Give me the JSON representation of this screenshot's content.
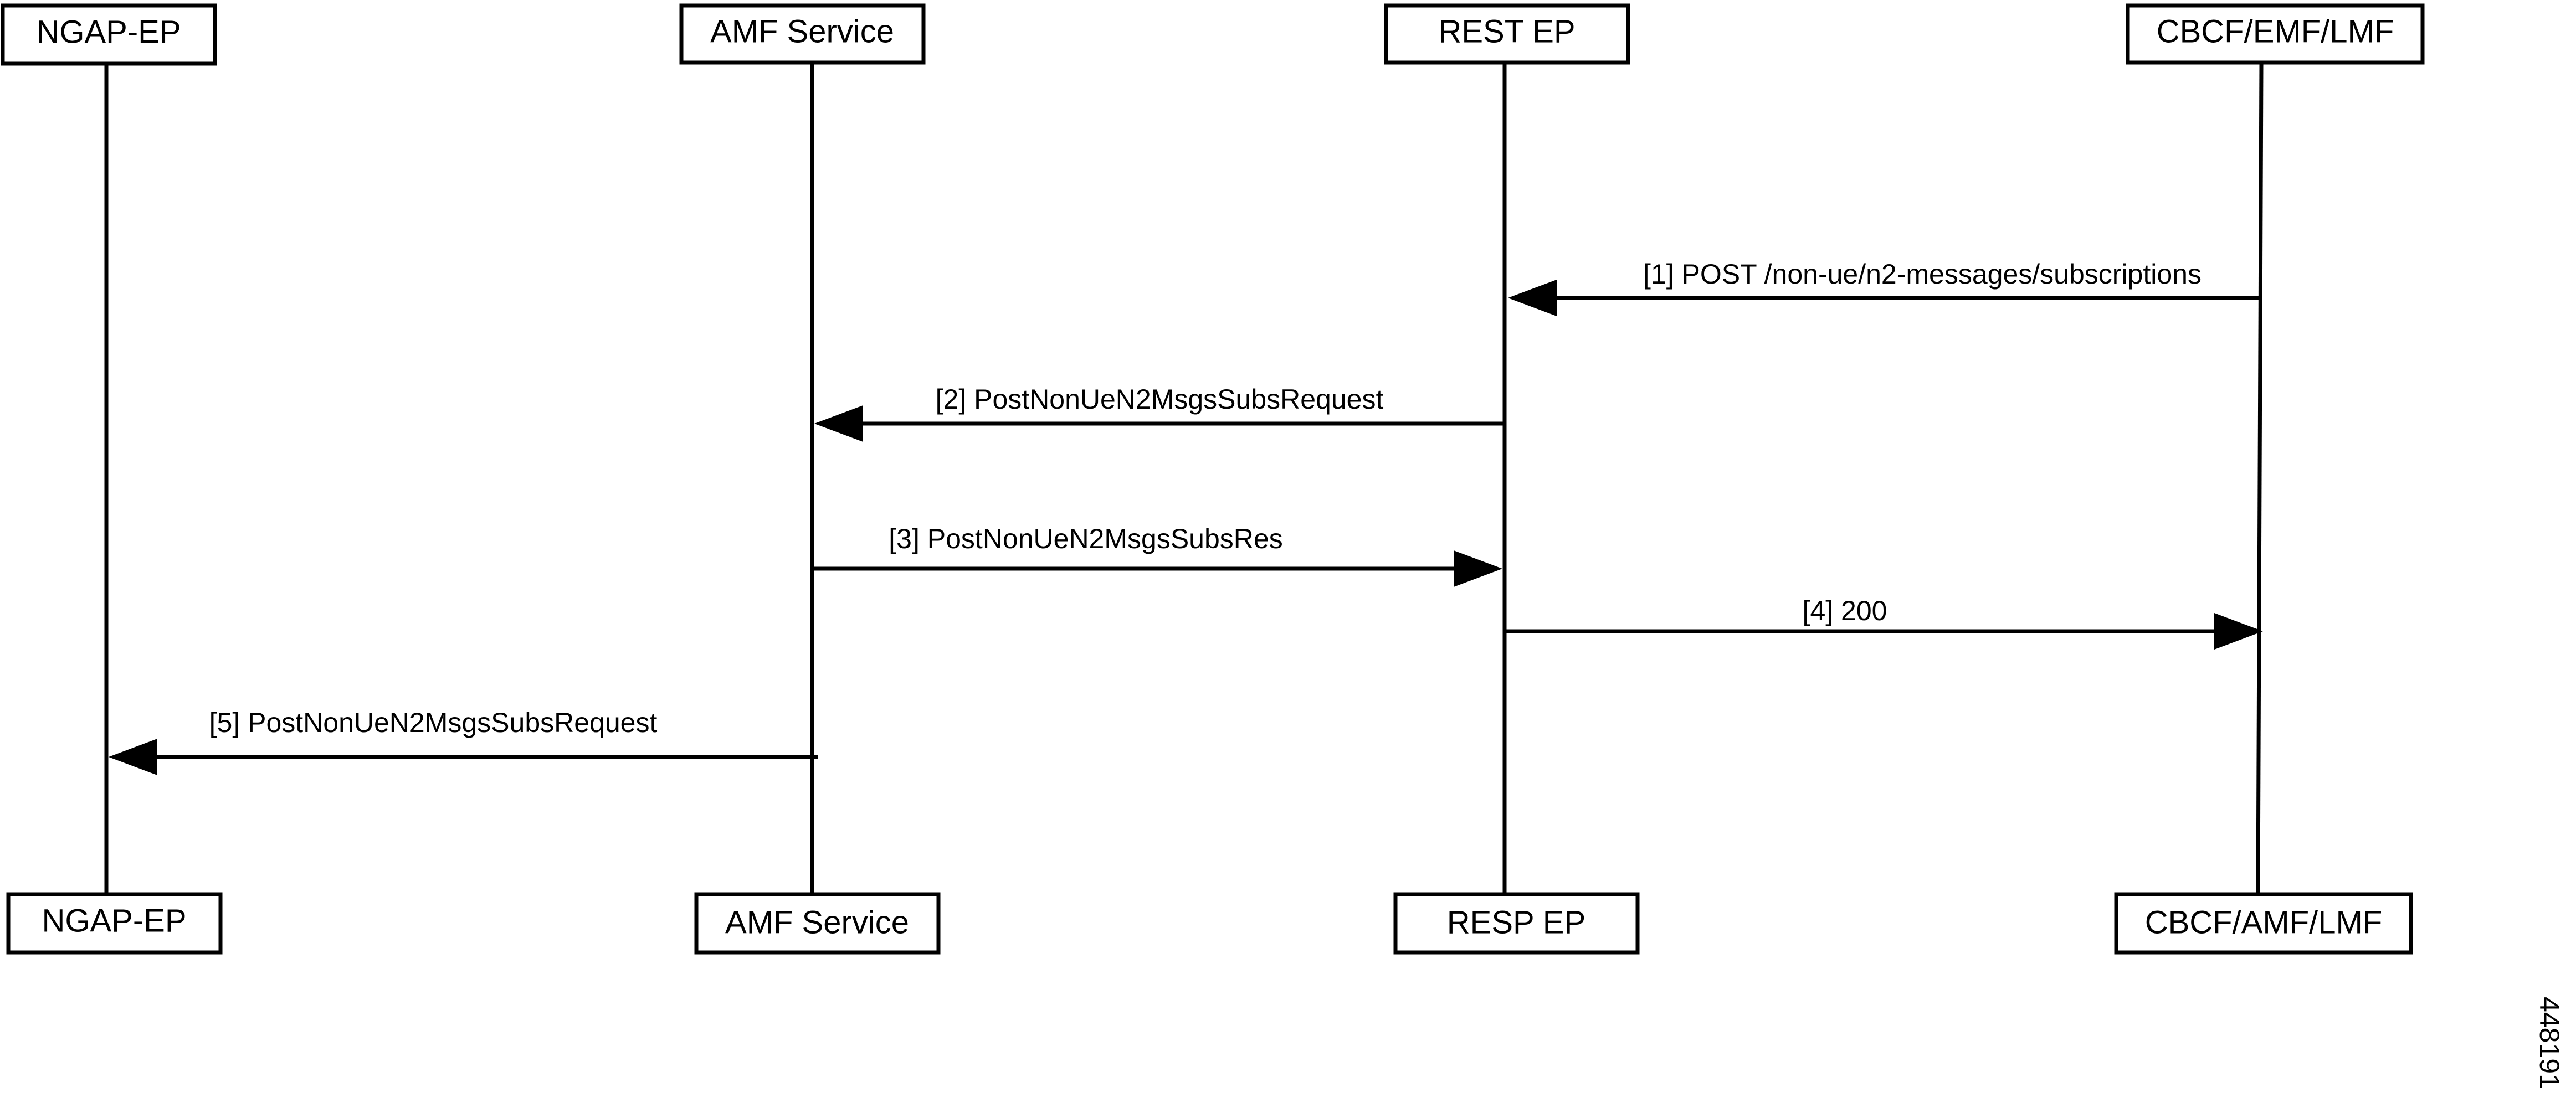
{
  "participants": {
    "ngap": {
      "top": "NGAP-EP",
      "bottom": "NGAP-EP"
    },
    "amf": {
      "top": "AMF Service",
      "bottom": "AMF Service"
    },
    "rest": {
      "top": "REST EP",
      "bottom": "RESP EP"
    },
    "cbcf": {
      "top": "CBCF/EMF/LMF",
      "bottom": "CBCF/AMF/LMF"
    }
  },
  "messages": [
    {
      "label": "[1] POST /non-ue/n2-messages/subscriptions",
      "from": "CBCF/EMF/LMF",
      "to": "REST EP"
    },
    {
      "label": "[2] PostNonUeN2MsgsSubsRequest",
      "from": "REST EP",
      "to": "AMF Service"
    },
    {
      "label": "[3] PostNonUeN2MsgsSubsRes",
      "from": "AMF Service",
      "to": "REST EP"
    },
    {
      "label": "[4] 200",
      "from": "REST EP",
      "to": "CBCF/EMF/LMF"
    },
    {
      "label": "[5] PostNonUeN2MsgsSubsRequest",
      "from": "AMF Service",
      "to": "NGAP-EP"
    }
  ],
  "figure_id": "448191"
}
